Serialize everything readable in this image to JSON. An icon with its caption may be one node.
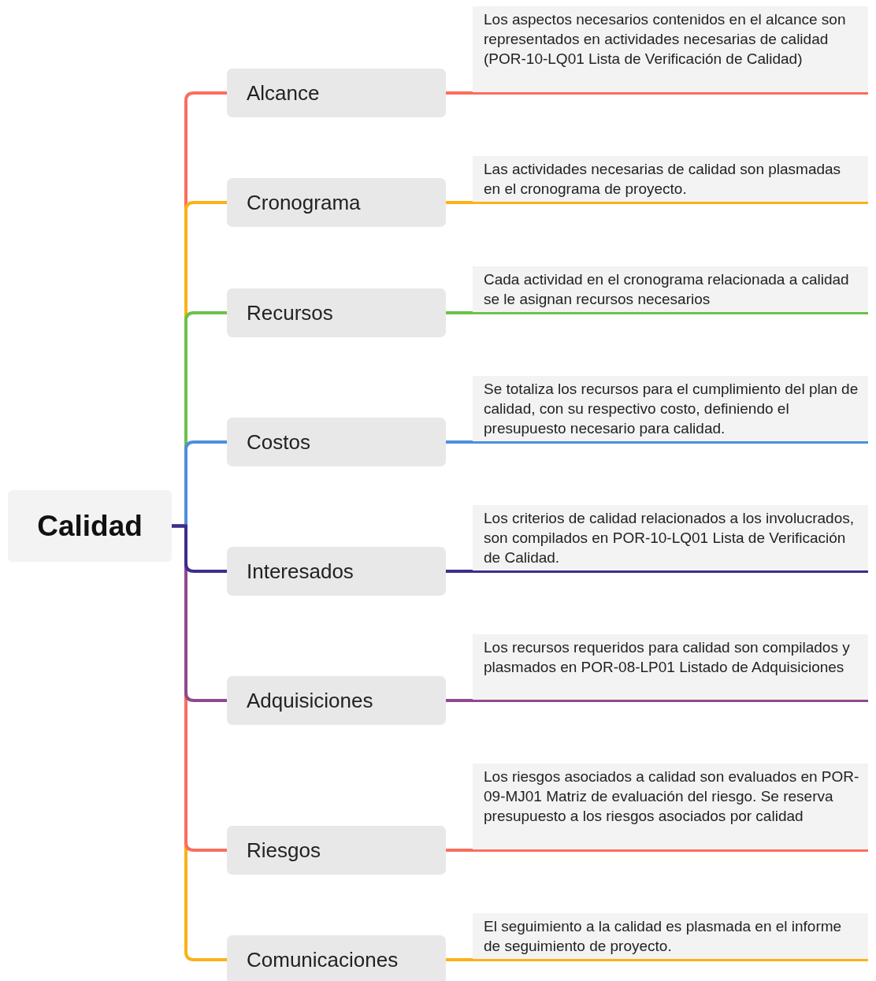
{
  "diagram": {
    "nodes": [
      {
        "text": [
          "Calidad"
        ]
      },
      {
        "text": [
          "Alcance"
        ]
      },
      {
        "text": [
          "Cronograma"
        ]
      },
      {
        "text": [
          "Recursos"
        ]
      },
      {
        "text": [
          "Costos"
        ]
      },
      {
        "text": [
          "Interesados"
        ]
      },
      {
        "text": [
          "Adquisiciones"
        ]
      },
      {
        "text": [
          "Riesgos"
        ]
      },
      {
        "text": [
          "Comunicaciones"
        ]
      },
      {
        "text": [
          "Los aspectos necesarios contenidos en el alcance son representados en actividades necesarias de calidad (POR-10-LQ01 Lista de Verificación de Calidad)"
        ]
      },
      {
        "text": [
          "Las actividades necesarias de calidad son plasmadas en el cronograma de proyecto."
        ]
      },
      {
        "text": [
          "Cada actividad en el cronograma relacionada a calidad se le asignan recursos necesarios"
        ]
      },
      {
        "text": [
          "Se  totaliza los recursos para el cumplimiento del plan de calidad, con su respectivo costo, definiendo el presupuesto necesario para calidad."
        ]
      },
      {
        "text": [
          "Los criterios de calidad relacionados a los involucrados, son compilados en POR-10-LQ01 Lista de Verificación de Calidad."
        ]
      },
      {
        "text": [
          "Los recursos requeridos para calidad son compilados y plasmados en POR-08-LP01 Listado de Adquisiciones"
        ]
      },
      {
        "text": [
          "Los riesgos asociados a calidad son evaluados en POR-09-MJ01 Matriz de evaluación del riesgo. Se reserva presupuesto a los riesgos asociados por calidad"
        ]
      },
      {
        "text": [
          "El seguimiento a la calidad es plasmada en el informe de seguimiento de proyecto."
        ]
      }
    ],
    "edges": [
      {
        "from": 0,
        "to": 1,
        "arrow": "none",
        "color": "#fa6e5f"
      },
      {
        "from": 0,
        "to": 2,
        "arrow": "none",
        "color": "#fbb216"
      },
      {
        "from": 0,
        "to": 3,
        "arrow": "none",
        "color": "#6cc24a"
      },
      {
        "from": 0,
        "to": 4,
        "arrow": "none",
        "color": "#4d8fdb"
      },
      {
        "from": 0,
        "to": 5,
        "arrow": "none",
        "color": "#3d2d8c"
      },
      {
        "from": 0,
        "to": 6,
        "arrow": "none",
        "color": "#8e4a8c"
      },
      {
        "from": 0,
        "to": 7,
        "arrow": "none",
        "color": "#fa6e5f"
      },
      {
        "from": 0,
        "to": 8,
        "arrow": "none",
        "color": "#fbb216"
      },
      {
        "from": 1,
        "to": 9,
        "arrow": "none",
        "color": "#fa6e5f"
      },
      {
        "from": 2,
        "to": 10,
        "arrow": "none",
        "color": "#fbb216"
      },
      {
        "from": 3,
        "to": 11,
        "arrow": "none",
        "color": "#6cc24a"
      },
      {
        "from": 4,
        "to": 12,
        "arrow": "none",
        "color": "#4d8fdb"
      },
      {
        "from": 5,
        "to": 13,
        "arrow": "none",
        "color": "#3d2d8c"
      },
      {
        "from": 6,
        "to": 14,
        "arrow": "none",
        "color": "#8e4a8c"
      },
      {
        "from": 7,
        "to": 15,
        "arrow": "none",
        "color": "#fa6e5f"
      },
      {
        "from": 8,
        "to": 16,
        "arrow": "none",
        "color": "#fbb216"
      }
    ]
  }
}
